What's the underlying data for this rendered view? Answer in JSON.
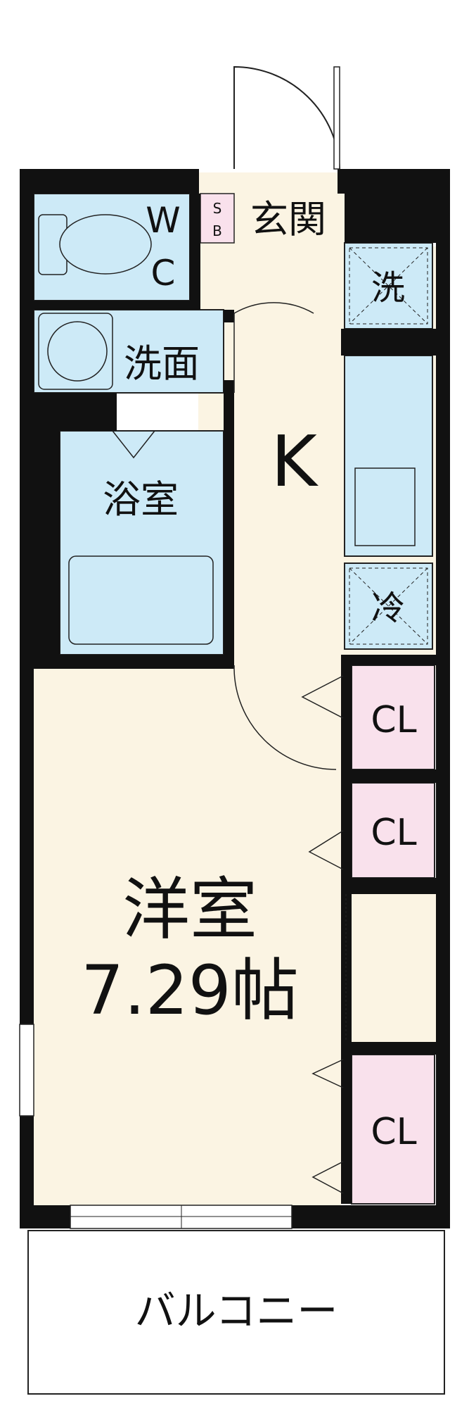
{
  "rooms": {
    "wc_top": "W",
    "wc_bottom": "C",
    "sb_top": "S",
    "sb_bottom": "B",
    "entrance": "玄関",
    "washer": "洗",
    "washroom": "洗面",
    "kitchen": "K",
    "bathroom": "浴室",
    "fridge": "冷",
    "closet_1": "CL",
    "closet_2": "CL",
    "closet_3": "CL",
    "western_room": "洋室",
    "western_room_size": "7.29帖",
    "balcony": "バルコニー"
  },
  "colors": {
    "wall": "#111111",
    "wet_area": "#cdeaf7",
    "floor": "#fbf4e3",
    "closet": "#f9e1ec",
    "sb": "#f9e1ec"
  }
}
